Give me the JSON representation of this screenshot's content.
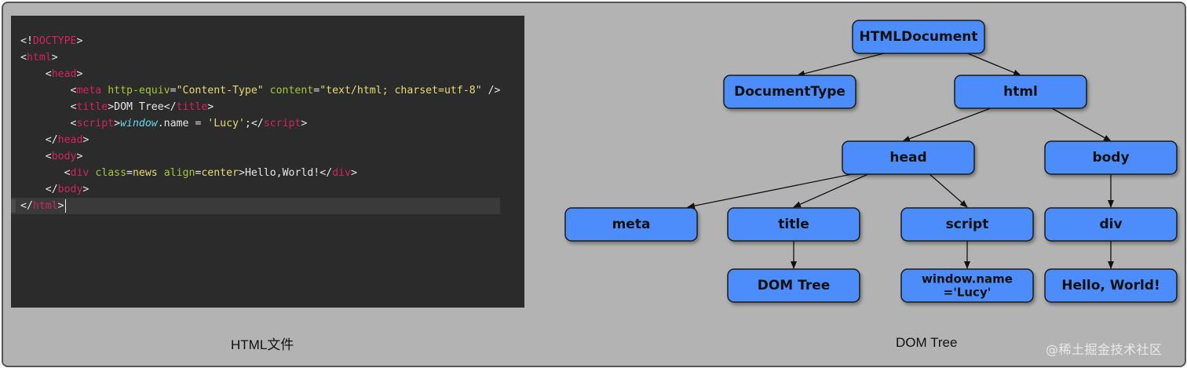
{
  "code_lines": [
    [
      {
        "t": "p",
        "s": "<!"
      },
      {
        "t": "tag",
        "s": "DOCTYPE"
      },
      {
        "t": "p",
        "s": ">"
      }
    ],
    [
      {
        "t": "p",
        "s": "<"
      },
      {
        "t": "tag",
        "s": "html"
      },
      {
        "t": "p",
        "s": ">"
      }
    ],
    [
      {
        "t": "text",
        "s": "    "
      },
      {
        "t": "p",
        "s": "<"
      },
      {
        "t": "tag",
        "s": "head"
      },
      {
        "t": "p",
        "s": ">"
      }
    ],
    [
      {
        "t": "text",
        "s": "        "
      },
      {
        "t": "p",
        "s": "<"
      },
      {
        "t": "tag",
        "s": "meta"
      },
      {
        "t": "text",
        "s": " "
      },
      {
        "t": "attr",
        "s": "http-equiv"
      },
      {
        "t": "p",
        "s": "="
      },
      {
        "t": "str",
        "s": "\"Content-Type\""
      },
      {
        "t": "text",
        "s": " "
      },
      {
        "t": "attr",
        "s": "content"
      },
      {
        "t": "p",
        "s": "="
      },
      {
        "t": "str",
        "s": "\"text/html; charset=utf-8\""
      },
      {
        "t": "text",
        "s": " "
      },
      {
        "t": "p",
        "s": "/>"
      }
    ],
    [
      {
        "t": "text",
        "s": "        "
      },
      {
        "t": "p",
        "s": "<"
      },
      {
        "t": "tag",
        "s": "title"
      },
      {
        "t": "p",
        "s": ">"
      },
      {
        "t": "text",
        "s": "DOM Tree"
      },
      {
        "t": "p",
        "s": "</"
      },
      {
        "t": "tag",
        "s": "title"
      },
      {
        "t": "p",
        "s": ">"
      }
    ],
    [
      {
        "t": "text",
        "s": "        "
      },
      {
        "t": "p",
        "s": "<"
      },
      {
        "t": "tag",
        "s": "script"
      },
      {
        "t": "p",
        "s": ">"
      },
      {
        "t": "kw",
        "s": "window"
      },
      {
        "t": "text",
        "s": ".name = "
      },
      {
        "t": "str",
        "s": "'Lucy'"
      },
      {
        "t": "text",
        "s": ";"
      },
      {
        "t": "p",
        "s": "</"
      },
      {
        "t": "tag",
        "s": "script"
      },
      {
        "t": "p",
        "s": ">"
      }
    ],
    [
      {
        "t": "text",
        "s": "    "
      },
      {
        "t": "p",
        "s": "</"
      },
      {
        "t": "tag",
        "s": "head"
      },
      {
        "t": "p",
        "s": ">"
      }
    ],
    [
      {
        "t": "text",
        "s": "    "
      },
      {
        "t": "p",
        "s": "<"
      },
      {
        "t": "tag",
        "s": "body"
      },
      {
        "t": "p",
        "s": ">"
      }
    ],
    [
      {
        "t": "text",
        "s": "       "
      },
      {
        "t": "p",
        "s": "<"
      },
      {
        "t": "tag",
        "s": "div"
      },
      {
        "t": "text",
        "s": " "
      },
      {
        "t": "attr",
        "s": "class"
      },
      {
        "t": "p",
        "s": "="
      },
      {
        "t": "str",
        "s": "news"
      },
      {
        "t": "text",
        "s": " "
      },
      {
        "t": "attr",
        "s": "align"
      },
      {
        "t": "p",
        "s": "="
      },
      {
        "t": "str",
        "s": "center"
      },
      {
        "t": "p",
        "s": ">"
      },
      {
        "t": "text",
        "s": "Hello,World!"
      },
      {
        "t": "p",
        "s": "</"
      },
      {
        "t": "tag",
        "s": "div"
      },
      {
        "t": "p",
        "s": ">"
      }
    ],
    [
      {
        "t": "text",
        "s": "    "
      },
      {
        "t": "p",
        "s": "</"
      },
      {
        "t": "tag",
        "s": "body"
      },
      {
        "t": "p",
        "s": ">"
      }
    ],
    [
      {
        "t": "p",
        "s": "</"
      },
      {
        "t": "tag",
        "s": "html"
      },
      {
        "t": "p",
        "s": ">"
      }
    ]
  ],
  "current_line_index": 10,
  "captions": {
    "left": "HTML文件",
    "right": "DOM Tree"
  },
  "watermark": "@稀土掘金技术社区",
  "tree": {
    "nodes": [
      {
        "id": "htmldocument",
        "lines": [
          "HTMLDocument"
        ]
      },
      {
        "id": "documenttype",
        "lines": [
          "DocumentType"
        ]
      },
      {
        "id": "html",
        "lines": [
          "html"
        ]
      },
      {
        "id": "head",
        "lines": [
          "head"
        ]
      },
      {
        "id": "body",
        "lines": [
          "body"
        ]
      },
      {
        "id": "meta",
        "lines": [
          "meta"
        ]
      },
      {
        "id": "title",
        "lines": [
          "title"
        ]
      },
      {
        "id": "script",
        "lines": [
          "script"
        ]
      },
      {
        "id": "div",
        "lines": [
          "div"
        ]
      },
      {
        "id": "dom-tree-text",
        "lines": [
          "DOM Tree"
        ]
      },
      {
        "id": "window-name-text",
        "lines": [
          "window.name",
          "='Lucy'"
        ]
      },
      {
        "id": "hello-world-text",
        "lines": [
          "Hello, World!"
        ]
      }
    ],
    "edges": [
      {
        "from": "htmldocument",
        "to": "documenttype"
      },
      {
        "from": "htmldocument",
        "to": "html"
      },
      {
        "from": "html",
        "to": "head"
      },
      {
        "from": "html",
        "to": "body"
      },
      {
        "from": "head",
        "to": "meta"
      },
      {
        "from": "head",
        "to": "title"
      },
      {
        "from": "head",
        "to": "script"
      },
      {
        "from": "body",
        "to": "div"
      },
      {
        "from": "title",
        "to": "dom-tree-text"
      },
      {
        "from": "script",
        "to": "window-name-text"
      },
      {
        "from": "div",
        "to": "hello-world-text"
      }
    ],
    "colors": {
      "node_fill": "#4d8dfb",
      "node_stroke": "#1a1a1a",
      "edge": "#111111"
    }
  }
}
